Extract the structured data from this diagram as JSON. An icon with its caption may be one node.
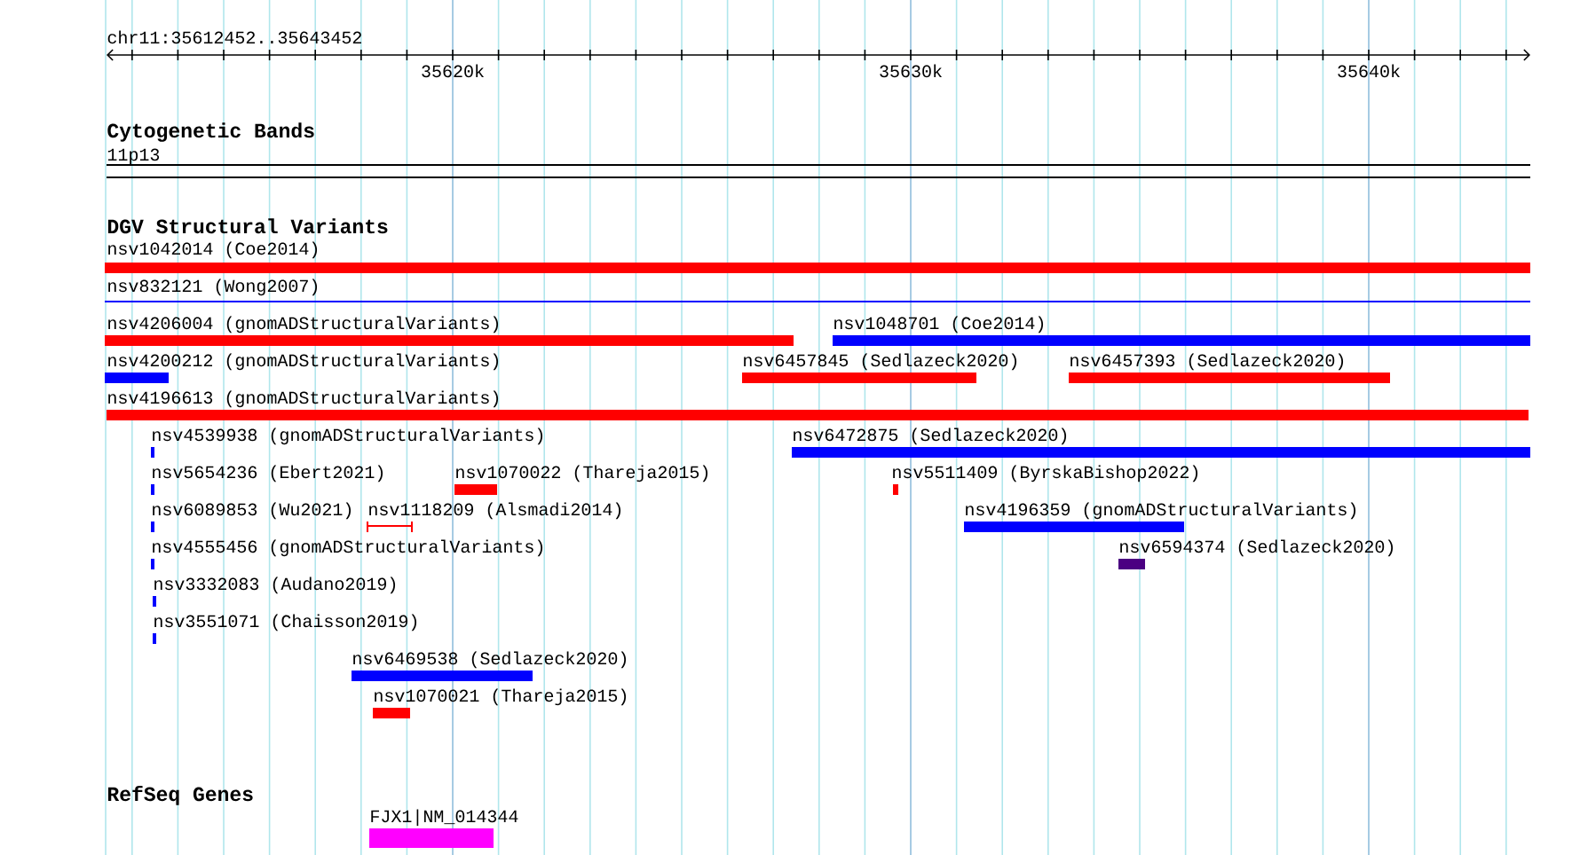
{
  "diagram": {
    "nodes": [
      {
        "text": [
          "nsv1042014 (Coe2014)"
        ]
      },
      {
        "text": [
          "nsv832121 (Wong2007)"
        ]
      },
      {
        "text": [
          "nsv4206004 (gnomADStructuralVariants)"
        ]
      },
      {
        "text": [
          "nsv1048701 (Coe2014)"
        ]
      },
      {
        "text": [
          "nsv4200212 (gnomADStructuralVariants)"
        ]
      },
      {
        "text": [
          "nsv6457845 (Sedlazeck2020)"
        ]
      },
      {
        "text": [
          "nsv6457393 (Sedlazeck2020)"
        ]
      },
      {
        "text": [
          "nsv4196613 (gnomADStructuralVariants)"
        ]
      },
      {
        "text": [
          "nsv4539938 (gnomADStructuralVariants)"
        ]
      },
      {
        "text": [
          "nsv6472875 (Sedlazeck2020)"
        ]
      },
      {
        "text": [
          "nsv5654236 (Ebert2021)"
        ]
      },
      {
        "text": [
          "nsv1070022 (Thareja2015)"
        ]
      },
      {
        "text": [
          "nsv5511409 (ByrskaBishop2022)"
        ]
      },
      {
        "text": [
          "nsv6089853 (Wu2021)"
        ]
      },
      {
        "text": [
          "nsv1118209 (Alsmadi2014)"
        ]
      },
      {
        "text": [
          "nsv4196359 (gnomADStructuralVariants)"
        ]
      },
      {
        "text": [
          "nsv4555456 (gnomADStructuralVariants)"
        ]
      },
      {
        "text": [
          "nsv6594374 (Sedlazeck2020)"
        ]
      },
      {
        "text": [
          "nsv3332083 (Audano2019)"
        ]
      },
      {
        "text": [
          "nsv3551071 (Chaisson2019)"
        ]
      },
      {
        "text": [
          "nsv6469538 (Sedlazeck2020)"
        ]
      },
      {
        "text": [
          "nsv1070021 (Thareja2015)"
        ]
      },
      {
        "text": [
          "FJX1|NM_014344"
        ]
      }
    ],
    "labels": [
      "chr11:35612452..35643452",
      "35620k",
      "35630k",
      "35640k",
      "Cytogenetic Bands",
      "11p13",
      "DGV Structural Variants",
      "RefSeq Genes"
    ]
  }
}
